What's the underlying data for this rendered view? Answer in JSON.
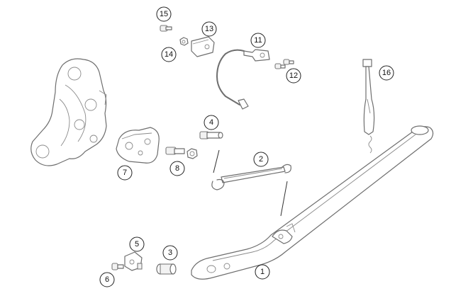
{
  "callouts": [
    {
      "id": "p1",
      "label": "1"
    },
    {
      "id": "p2",
      "label": "2"
    },
    {
      "id": "p3",
      "label": "3"
    },
    {
      "id": "p4",
      "label": "4"
    },
    {
      "id": "p5",
      "label": "5"
    },
    {
      "id": "p6",
      "label": "6"
    },
    {
      "id": "p7",
      "label": "7"
    },
    {
      "id": "p8",
      "label": "8"
    },
    {
      "id": "p11",
      "label": "11"
    },
    {
      "id": "p12",
      "label": "12"
    },
    {
      "id": "p13",
      "label": "13"
    },
    {
      "id": "p14",
      "label": "14"
    },
    {
      "id": "p15",
      "label": "15"
    },
    {
      "id": "p16",
      "label": "16"
    }
  ]
}
